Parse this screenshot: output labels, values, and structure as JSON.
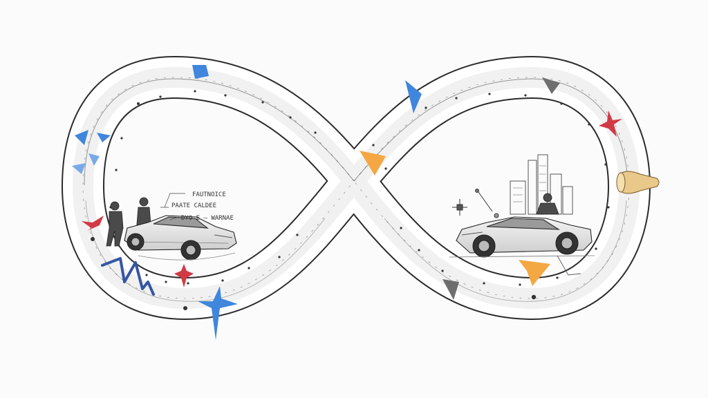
{
  "annotations": {
    "line1": "FAUTNOICE",
    "line2": "PAATE CALDEE",
    "line3": "DYO E — WARNAE"
  },
  "colors": {
    "paper": "#fbfbfb",
    "ink": "#2b2b2b",
    "road_fill": "#ffffff",
    "accent_blue": "#3f86dc",
    "accent_orange": "#f4a742",
    "accent_red": "#d13a45",
    "accent_grey": "#6e6e6e",
    "accent_navy": "#3556a3",
    "knob_gold": "#e8c98a"
  },
  "icons": [
    "left-sports-car-icon",
    "right-sports-car-icon",
    "mechanic-figure-icon",
    "city-skyline-icon",
    "drone-icon",
    "star-accent-icon",
    "triangle-accent-icon",
    "zigzag-accent-icon",
    "exit-knob-icon"
  ]
}
